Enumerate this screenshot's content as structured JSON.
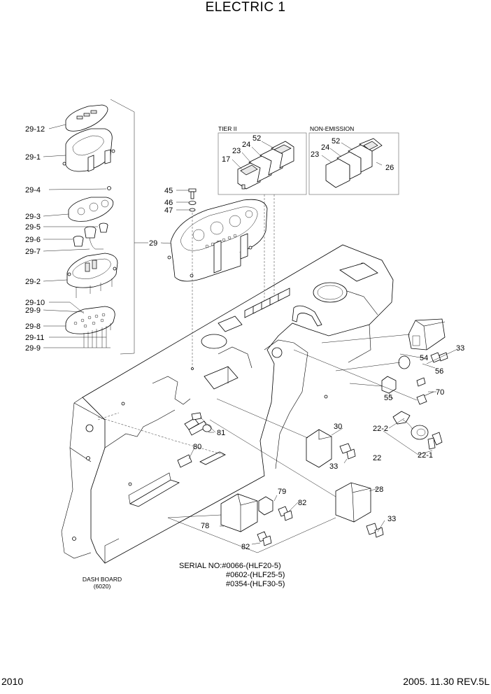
{
  "title": "ELECTRIC 1",
  "boxes": {
    "tier": "TIER II",
    "non_emission": "NON-EMISSION"
  },
  "serial": {
    "line1": "SERIAL NO:#0066-(HLF20-5)",
    "line2": "#0602-(HLF25-5)",
    "line3": "#0354-(HLF30-5)"
  },
  "dash_board": {
    "line1": "DASH BOARD",
    "line2": "(6020)"
  },
  "page_number": "2010",
  "date_rev": "2005. 11.30  REV.5L",
  "callouts": {
    "c29_12": "29-12",
    "c29_1": "29-1",
    "c29_4": "29-4",
    "c29_3": "29-3",
    "c29_5": "29-5",
    "c29_6": "29-6",
    "c29_7": "29-7",
    "c29_2": "29-2",
    "c29_10": "29-10",
    "c29_9a": "29-9",
    "c29_8": "29-8",
    "c29_11": "29-11",
    "c29_9b": "29-9",
    "c29": "29",
    "c45": "45",
    "c46": "46",
    "c47": "47",
    "c17": "17",
    "c23a": "23",
    "c24a": "24",
    "c52a": "52",
    "c23b": "23",
    "c24b": "24",
    "c52b": "52",
    "c26": "26",
    "c33a": "33",
    "c54": "54",
    "c56": "56",
    "c70": "70",
    "c55": "55",
    "c22_2": "22-2",
    "c22": "22",
    "c22_1": "22-1",
    "c30": "30",
    "c33b": "33",
    "c81": "81",
    "c80": "80",
    "c28": "28",
    "c33c": "33",
    "c79": "79",
    "c82a": "82",
    "c78": "78",
    "c82b": "82"
  }
}
